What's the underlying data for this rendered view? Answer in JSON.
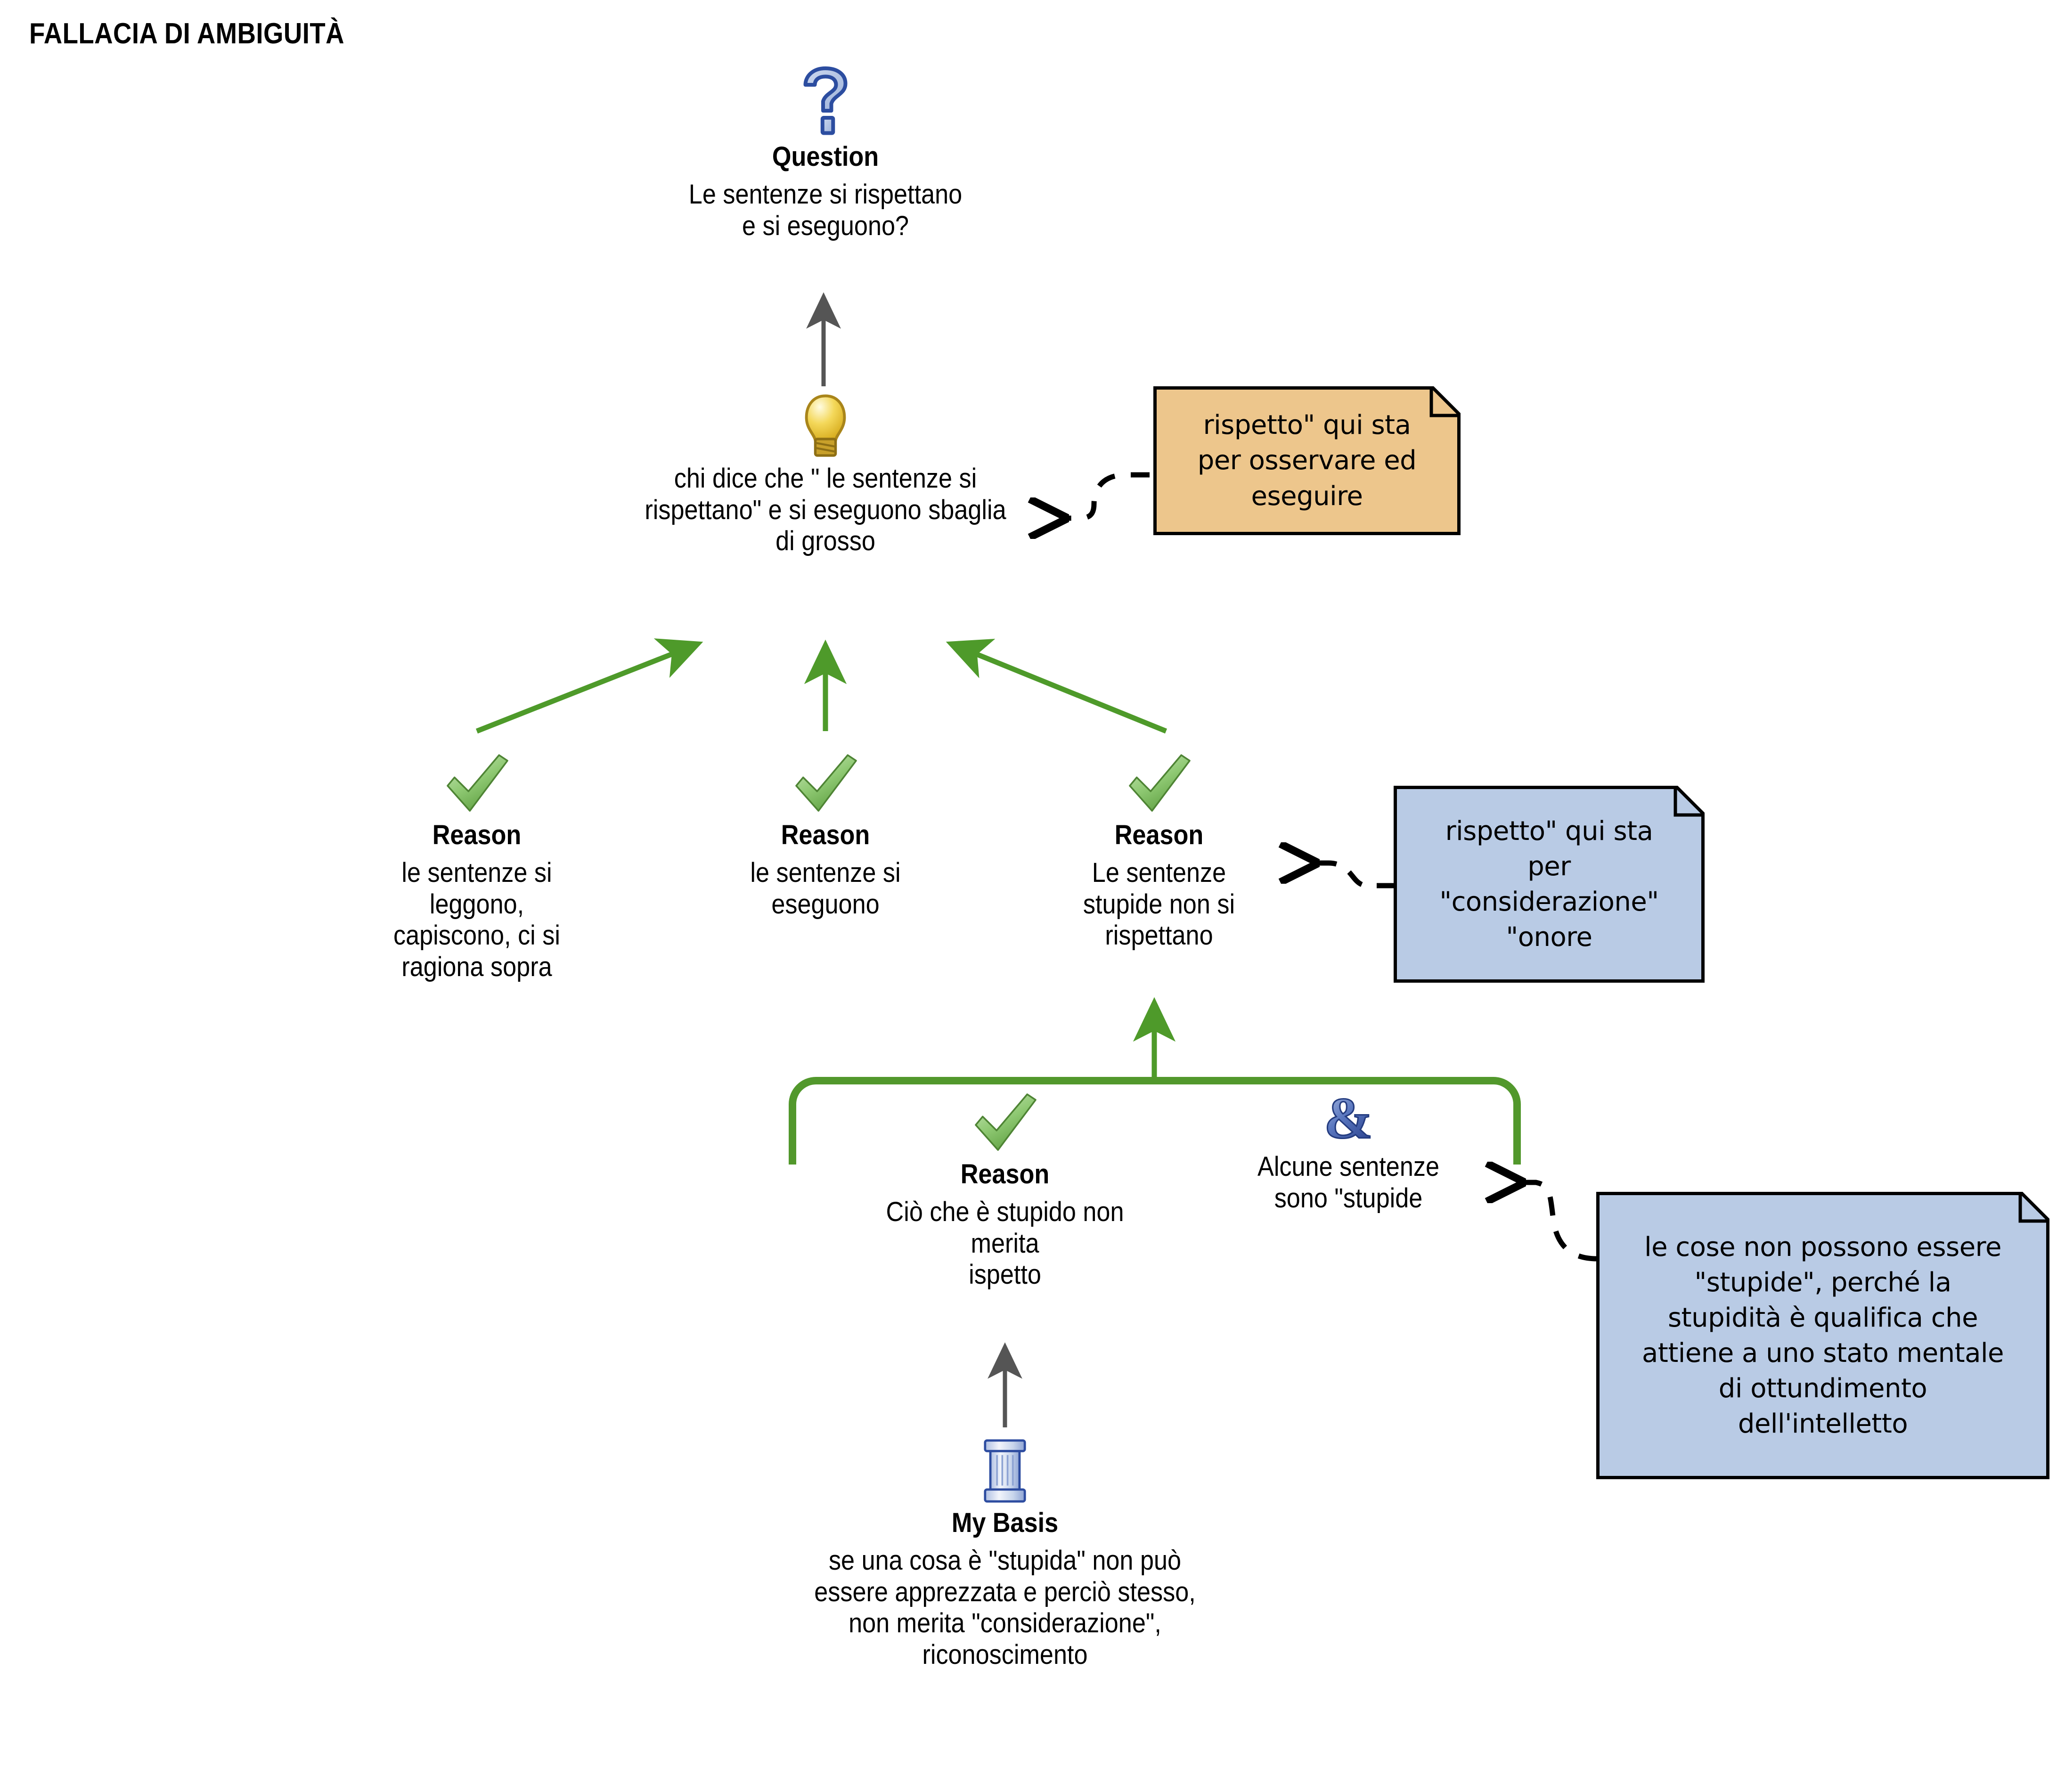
{
  "title": "FALLACIA DI AMBIGUITÀ",
  "colors": {
    "green_arrow": "#4E9A2A",
    "green_bracket": "#52982C",
    "grey_arrow": "#555555",
    "note_orange": "#EDC68C",
    "note_blue": "#B9CBE5",
    "note_border": "#000000",
    "check_green": "#7DBE5E",
    "icon_blue": "#3B5BA8",
    "bulb_yellow": "#E8C33A"
  },
  "nodes": {
    "question": {
      "icon": "question-mark-icon",
      "kind": "Question",
      "text": "Le sentenze si rispettano\ne si eseguono?"
    },
    "contention": {
      "icon": "lightbulb-icon",
      "kind": "",
      "text": "chi dice che \" le sentenze si\nrispettano\" e si eseguono sbaglia\ndi grosso"
    },
    "reason_1": {
      "icon": "green-check-icon",
      "kind": "Reason",
      "text": "le sentenze si\nleggono,\ncapiscono, ci si\nragiona sopra"
    },
    "reason_2": {
      "icon": "green-check-icon",
      "kind": "Reason",
      "text": "le sentenze si\neseguono"
    },
    "reason_3": {
      "icon": "green-check-icon",
      "kind": "Reason",
      "text": "Le sentenze\nstupide non si\nrispettano"
    },
    "reason_4": {
      "icon": "green-check-icon",
      "kind": "Reason",
      "text": "Ciò che è stupido non\nmerita\nispetto"
    },
    "co_premise": {
      "icon": "ampersand-icon",
      "kind": "",
      "text": "Alcune sentenze\nsono \"stupide"
    },
    "my_basis": {
      "icon": "column-icon",
      "kind": "My Basis",
      "text": "se una cosa è \"stupida\" non può\nessere apprezzata e perciò stesso,\nnon merita \"considerazione\",\nriconoscimento"
    }
  },
  "notes": [
    {
      "id": "note-rispetto-osservare",
      "color": "orange",
      "text": "rispetto\" qui sta\nper osservare ed\neseguire"
    },
    {
      "id": "note-rispetto-considerazione",
      "color": "blue",
      "text": "rispetto\" qui sta\nper\n\"considerazione\"\n\"onore"
    },
    {
      "id": "note-cose-stupide",
      "color": "blue",
      "text": "le cose non possono essere\n\"stupide\", perché la\nstupidità è qualifica che\nattiene a uno stato mentale\ndi ottundimento\ndell'intelletto"
    }
  ]
}
